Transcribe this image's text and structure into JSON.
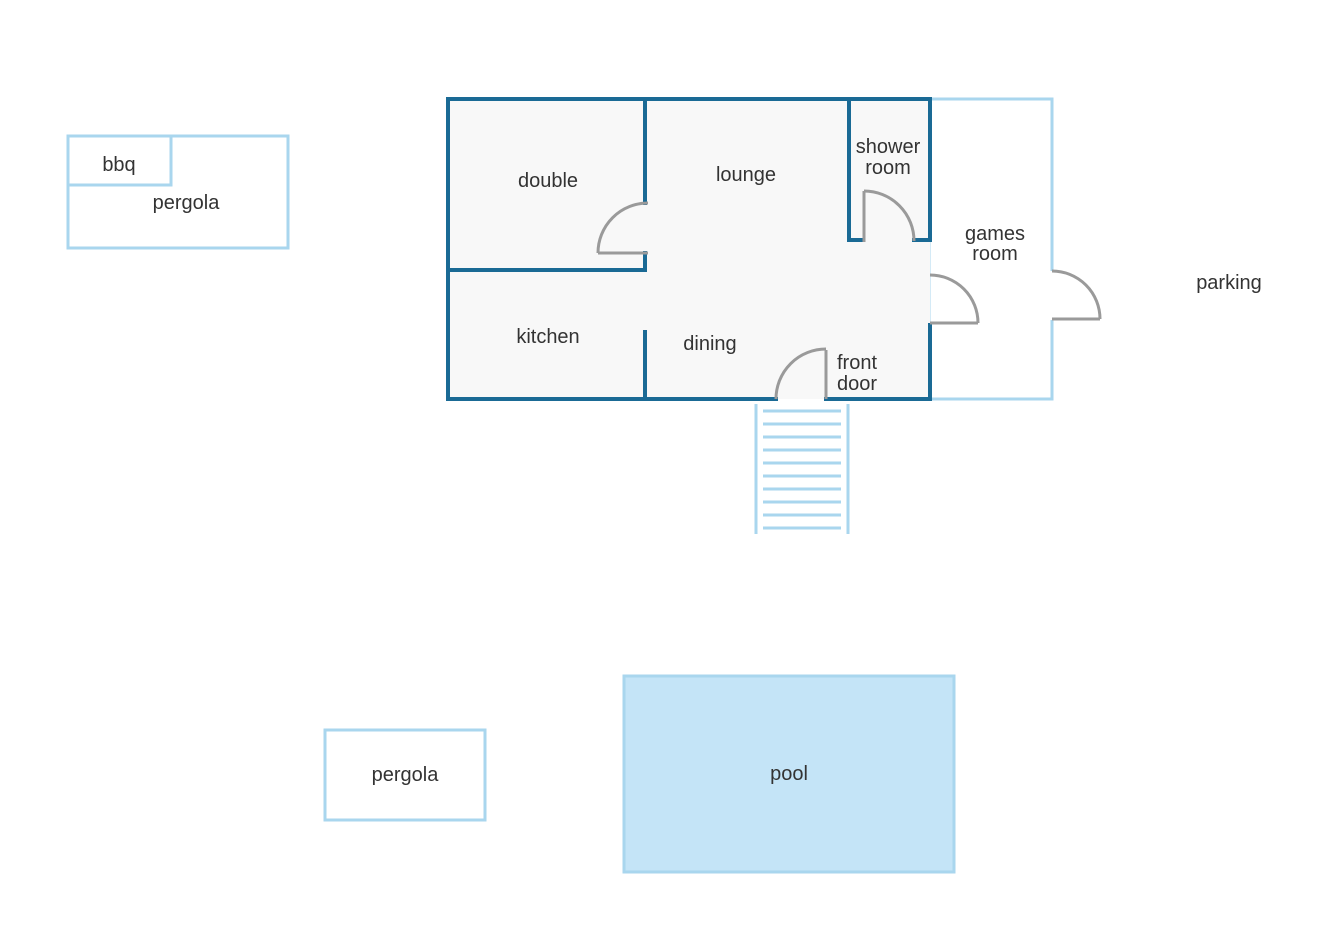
{
  "colors": {
    "main_wall": "#1a6a95",
    "outline_light": "#a9d6ee",
    "house_fill": "#f8f8f8",
    "pool_fill": "#c4e4f7",
    "door": "#9a9a9a",
    "text": "#333333"
  },
  "labels": {
    "bbq": "bbq",
    "pergola_top": "pergola",
    "double": "double",
    "lounge": "lounge",
    "shower_room_1": "shower",
    "shower_room_2": "room",
    "games_room_1": "games",
    "games_room_2": "room",
    "parking": "parking",
    "kitchen": "kitchen",
    "dining": "dining",
    "front_door_1": "front",
    "front_door_2": "door",
    "pergola_bottom": "pergola",
    "pool": "pool"
  }
}
